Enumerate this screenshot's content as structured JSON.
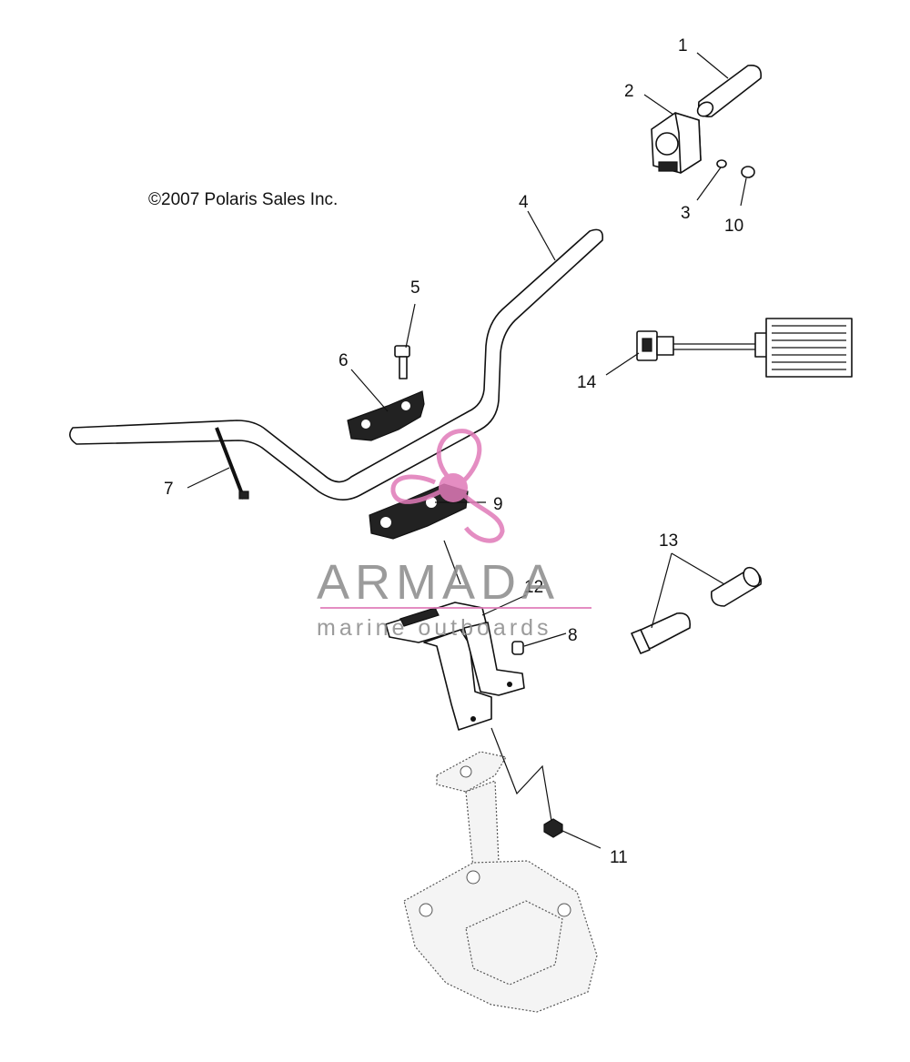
{
  "copyright": "©2007 Polaris Sales Inc.",
  "callouts": [
    "1",
    "2",
    "3",
    "4",
    "5",
    "6",
    "7",
    "8",
    "9",
    "10",
    "11",
    "12",
    "13",
    "14"
  ],
  "watermark": {
    "brand": "ARMADA",
    "tagline": "marine outboards",
    "accent_color": "#e07ab8",
    "text_color": "#8a8a8a"
  }
}
